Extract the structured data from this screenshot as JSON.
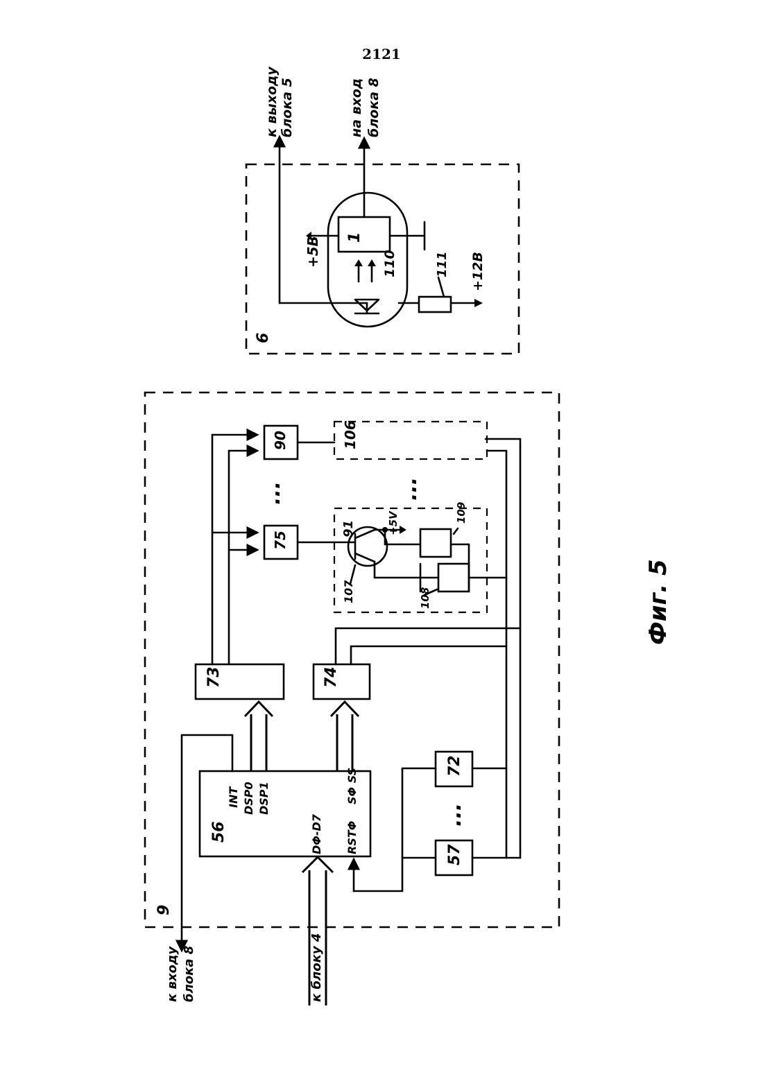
{
  "page": {
    "number": "2121"
  },
  "caption": "Фиг. 5",
  "block9": {
    "id": "9",
    "label_56": "56",
    "pins_right": [
      "INT",
      "DSP0",
      "DSP1"
    ],
    "pins_left_data": "DΦ-D7",
    "pins_sp_ss": "SΦ SS",
    "pin_reset": "RSTΦ",
    "label_73": "73",
    "label_74": "74",
    "label_75": "75",
    "label_90": "90",
    "label_91": "91",
    "label_106": "106",
    "label_107": "107",
    "label_108": "108",
    "label_109": "109",
    "label_57": "57",
    "label_72": "72",
    "supply_5v": "+5V",
    "ellipsis": "...",
    "ext_out_line1": "к входу",
    "ext_out_line2": "блока 8",
    "ext_in_line1": "к блоку 4"
  },
  "block6": {
    "id": "6",
    "label_110": "110",
    "label_111": "111",
    "chip_label": "1",
    "supply_5v": "+5В",
    "supply_12v": "+12В",
    "out_top_line1": "к выходу",
    "out_top_line2": "блока 5",
    "out_right_line1": "на вход",
    "out_right_line2": "блока 8"
  }
}
